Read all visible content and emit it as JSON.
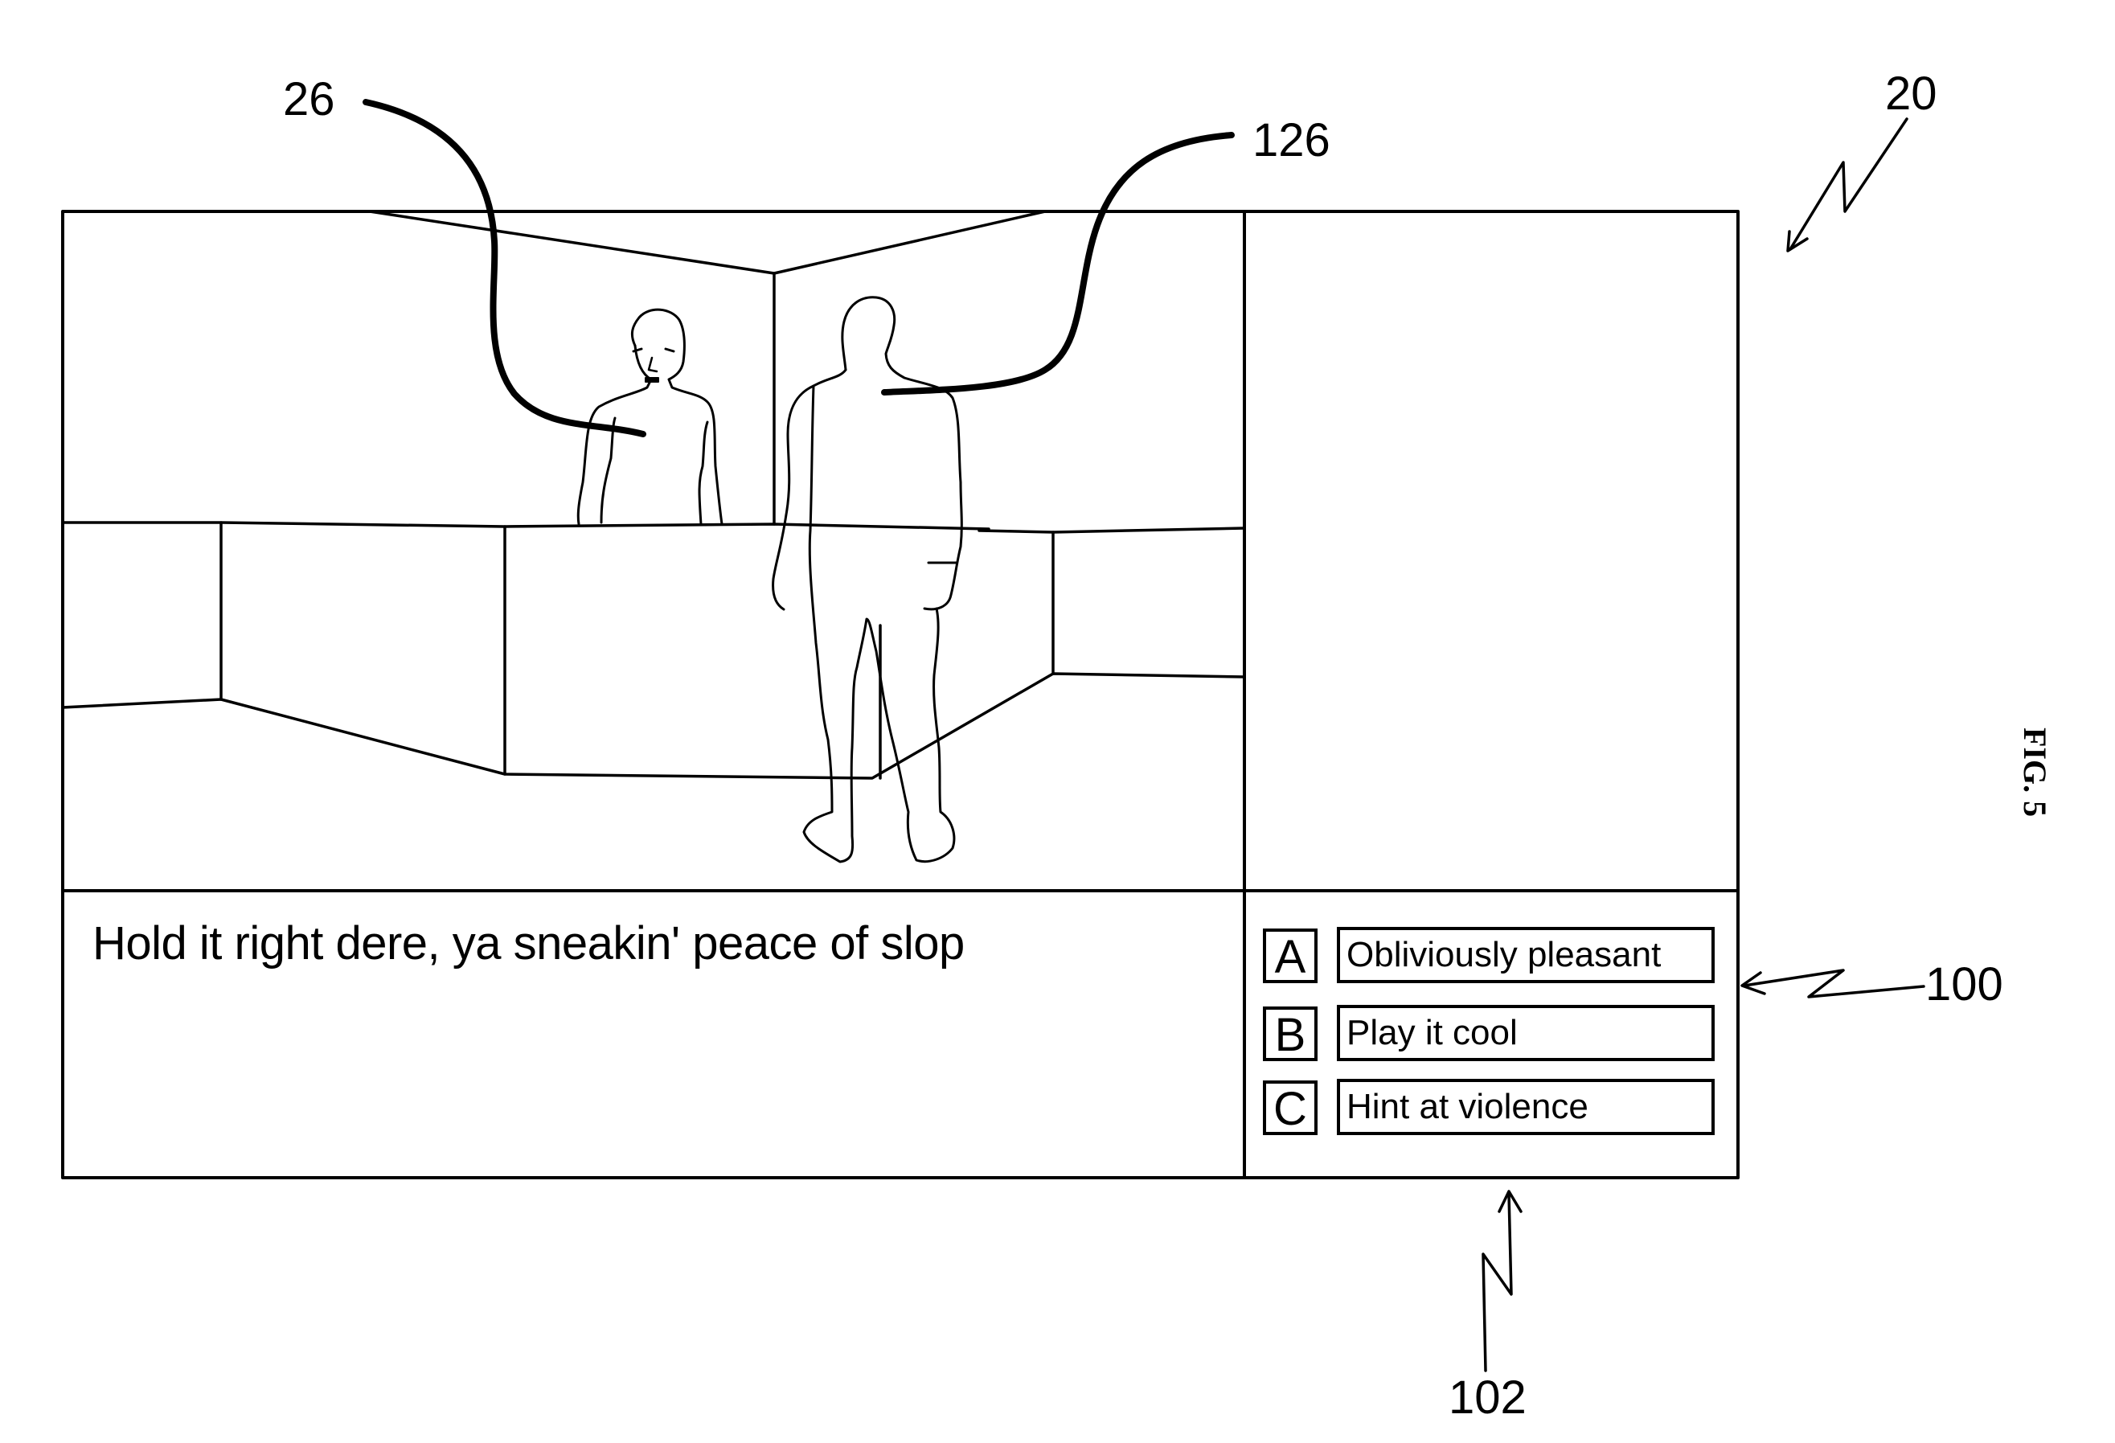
{
  "figure": {
    "label": "FIG. 5",
    "reference_numerals": {
      "display": "20",
      "npc_character": "26",
      "player_character": "126",
      "response_options": "100",
      "options_panel": "102"
    }
  },
  "game_screen": {
    "dialogue_text": "Hold it right dere, ya sneakin' peace of slop",
    "options": [
      {
        "key": "A",
        "label": "Obliviously pleasant"
      },
      {
        "key": "B",
        "label": "Play it cool"
      },
      {
        "key": "C",
        "label": "Hint at violence"
      }
    ]
  },
  "colors": {
    "ink": "#000000",
    "paper": "#ffffff"
  }
}
